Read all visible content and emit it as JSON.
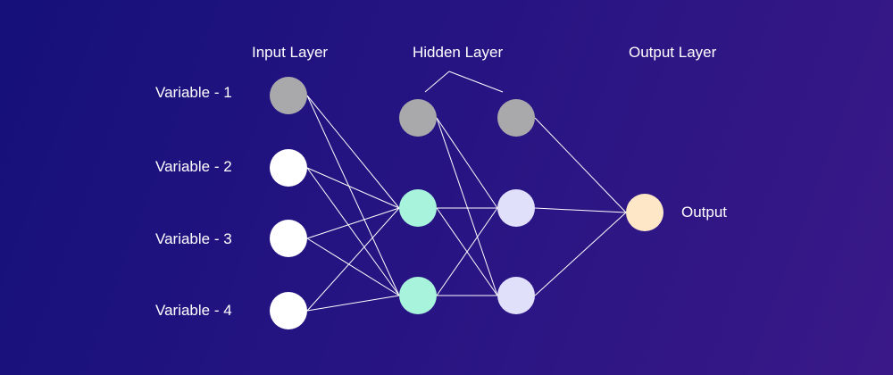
{
  "layer_titles": {
    "input": "Input Layer",
    "hidden": "Hidden Layer",
    "output": "Output Layer"
  },
  "input_labels": [
    "Variable - 1",
    "Variable - 2",
    "Variable - 3",
    "Variable - 4"
  ],
  "output_label": "Output",
  "colors": {
    "background_start": "#15107a",
    "background_end": "#3a1888",
    "gray_node": "#a9a9ab",
    "white_node": "#ffffff",
    "mint_node": "#a8f3dc",
    "lavender_node": "#e0e0fb",
    "output_node": "#fde7c6",
    "edge": "#ffffff"
  }
}
